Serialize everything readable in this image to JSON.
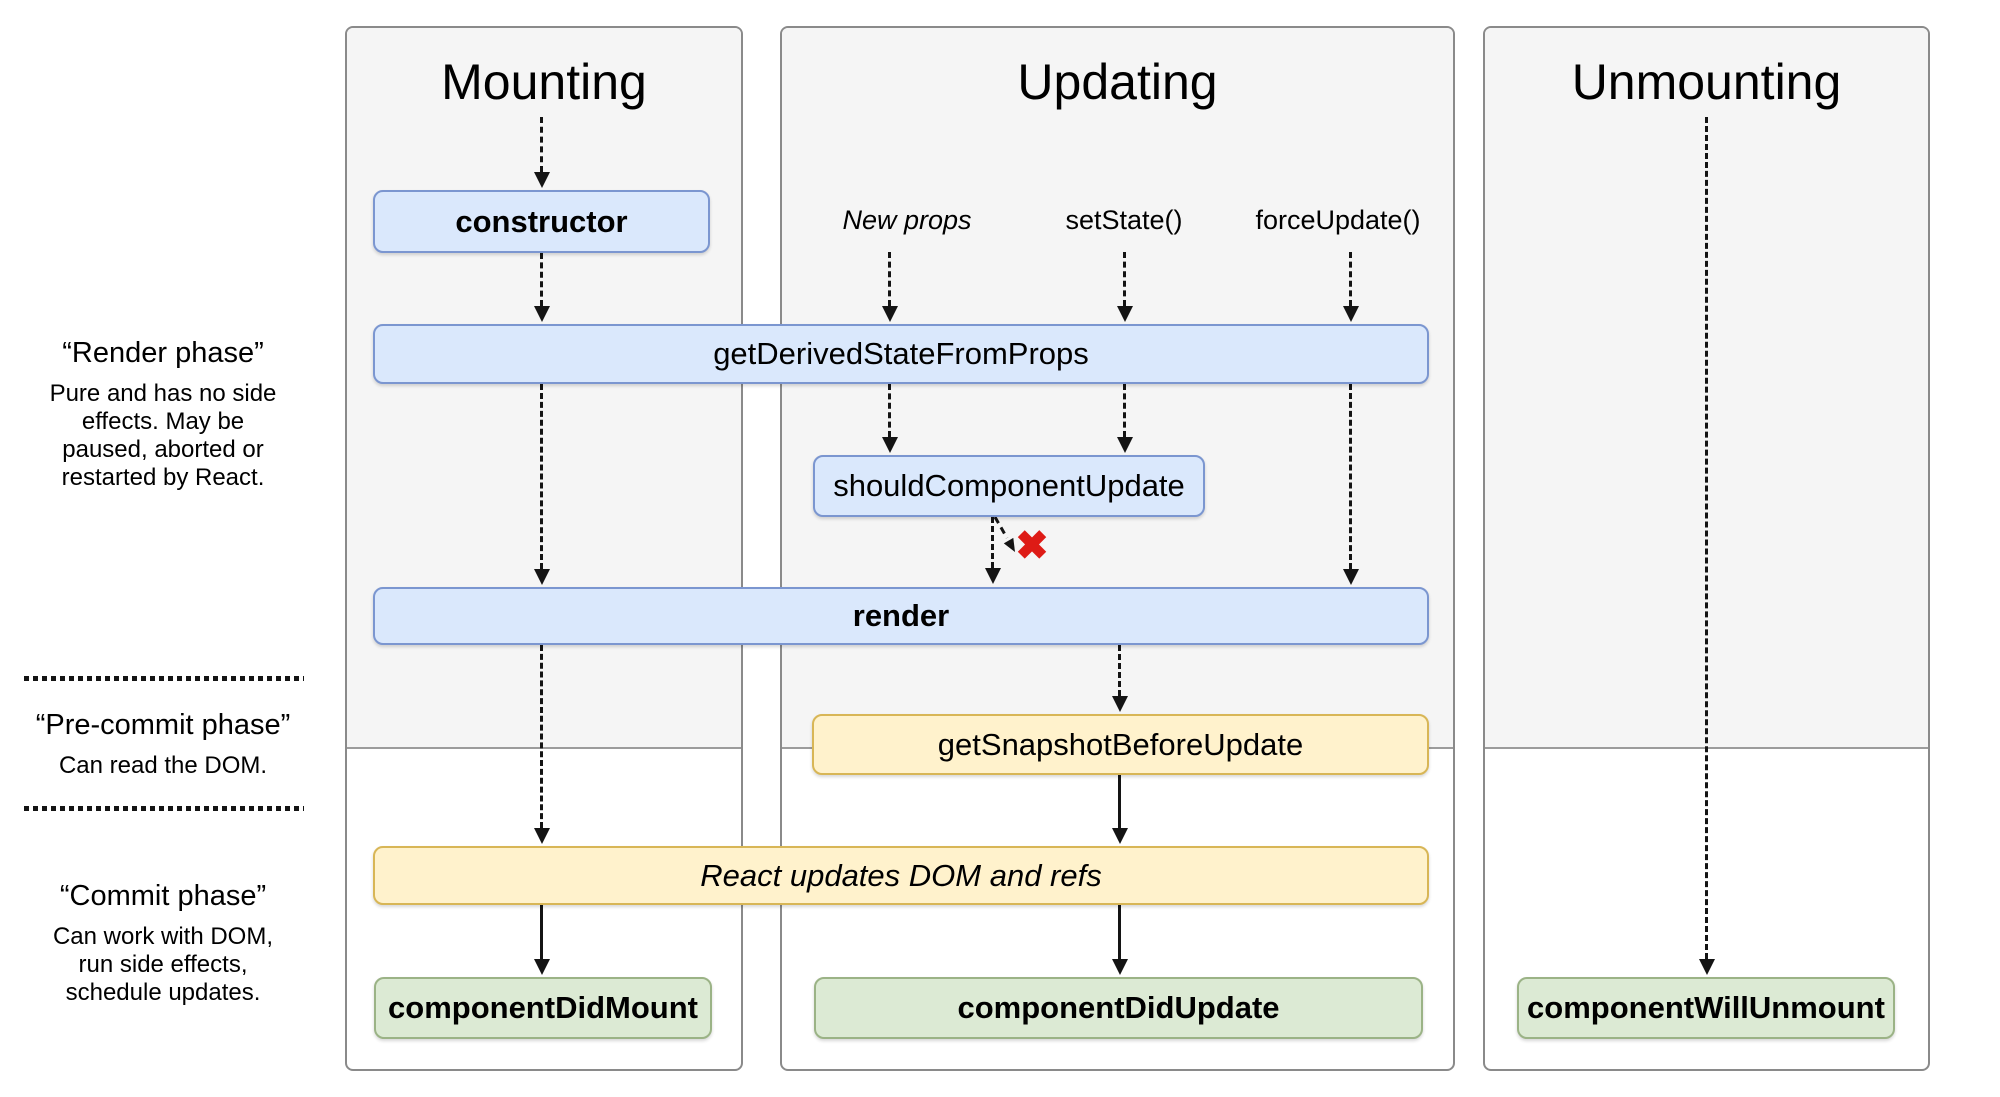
{
  "panels": [
    {
      "title": "Mounting"
    },
    {
      "title": "Updating"
    },
    {
      "title": "Unmounting"
    }
  ],
  "phase_labels": [
    {
      "title": "“Render phase”",
      "lines": [
        "Pure and has no side",
        "effects. May be",
        "paused, aborted or",
        "restarted by React."
      ]
    },
    {
      "title": "“Pre-commit phase”",
      "lines": [
        "Can read the DOM."
      ]
    },
    {
      "title": "“Commit phase”",
      "lines": [
        "Can work with DOM,",
        "run side effects,",
        "schedule updates."
      ]
    }
  ],
  "triggers": {
    "new_props": "New props",
    "set_state": "setState()",
    "force_update": "forceUpdate()"
  },
  "methods": {
    "constructor": "constructor",
    "get_derived_state_from_props": "getDerivedStateFromProps",
    "should_component_update": "shouldComponentUpdate",
    "render": "render",
    "get_snapshot_before_update": "getSnapshotBeforeUpdate",
    "react_updates_dom": "React updates DOM and refs",
    "component_did_mount": "componentDidMount",
    "component_did_update": "componentDidUpdate",
    "component_will_unmount": "componentWillUnmount"
  },
  "marks": {
    "skip_cross": "✖"
  },
  "colors": {
    "lifecycle_blue_fill": "#dae8fc",
    "lifecycle_blue_border": "#7b96d0",
    "side_effect_yellow_fill": "#fff2cc",
    "side_effect_yellow_border": "#d8b656",
    "commit_green_fill": "#dcead4",
    "commit_green_border": "#9bb386",
    "cross_red": "#de1b16",
    "panel_gray": "#f5f5f5"
  }
}
